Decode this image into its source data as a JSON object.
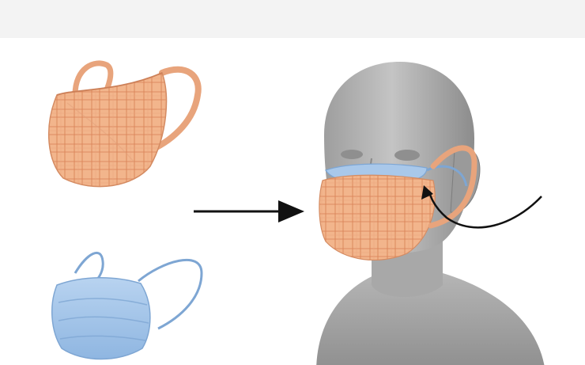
{
  "colors": {
    "background_band": "#f3f3f3",
    "canvas": "#ffffff",
    "cloth_mask_base": "#f2b58c",
    "cloth_mask_plaid": "#d98257",
    "surgical_mask": "#a9c8ea",
    "surgical_mask_edge": "#7ea6d3",
    "mannequin": "#b8b8b8",
    "mannequin_shadow": "#8d8d8d",
    "arrow": "#111111"
  },
  "illustration": {
    "items": [
      {
        "kind": "cloth-mask",
        "description_icon": "cloth-mask-icon"
      },
      {
        "kind": "surgical-mask",
        "description_icon": "surgical-mask-icon"
      },
      {
        "kind": "arrow",
        "description_icon": "arrow-right-icon"
      },
      {
        "kind": "mannequin-wearing-double-mask",
        "description_icon": "mannequin-icon"
      },
      {
        "kind": "curved-arrow",
        "description_icon": "curved-arrow-icon"
      }
    ]
  }
}
